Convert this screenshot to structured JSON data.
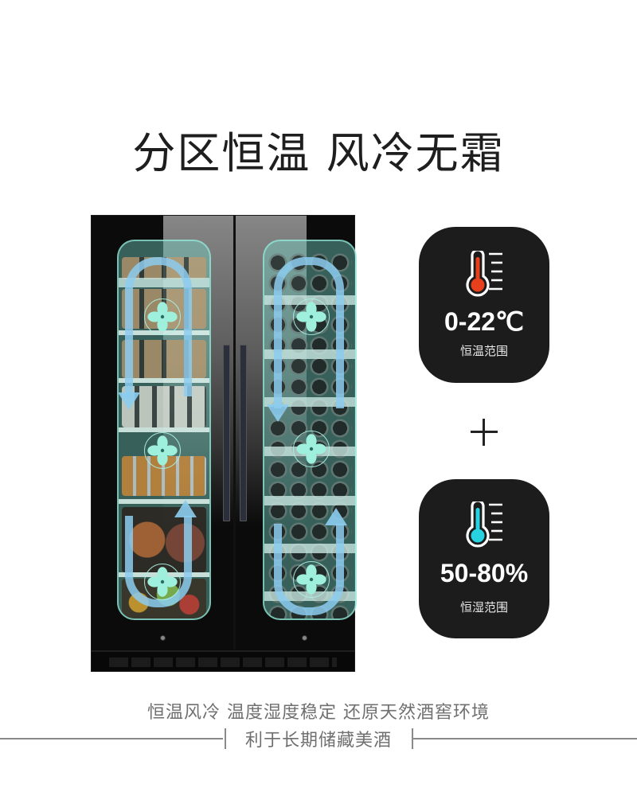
{
  "headline": "分区恒温 风冷无霜",
  "product": {
    "name": "dual-zone wine cooler",
    "zones": [
      {
        "id": "left",
        "contents": "beverages, cans, liquor, fruit",
        "fans": 3,
        "airflow": "circulating loop"
      },
      {
        "id": "right",
        "contents": "wine bottles",
        "fans": 3,
        "airflow": "circulating loop"
      }
    ],
    "colors": {
      "zone_overlay": "#78d7c8",
      "airflow_arrow": "#8ccdf0",
      "fan": "#9ef0dc",
      "body": "#0b0b0b"
    }
  },
  "badges": [
    {
      "icon": "thermometer-red-icon",
      "value": "0-22℃",
      "label": "恒温范围",
      "accent": "#e8401c"
    },
    {
      "icon": "thermometer-cyan-icon",
      "value": "50-80%",
      "label": "恒湿范围",
      "accent": "#27d3e0"
    }
  ],
  "connector": "+",
  "caption": {
    "line1": "恒温风冷 温度湿度稳定 还原天然酒窖环境",
    "line2": "利于长期储藏美酒"
  }
}
